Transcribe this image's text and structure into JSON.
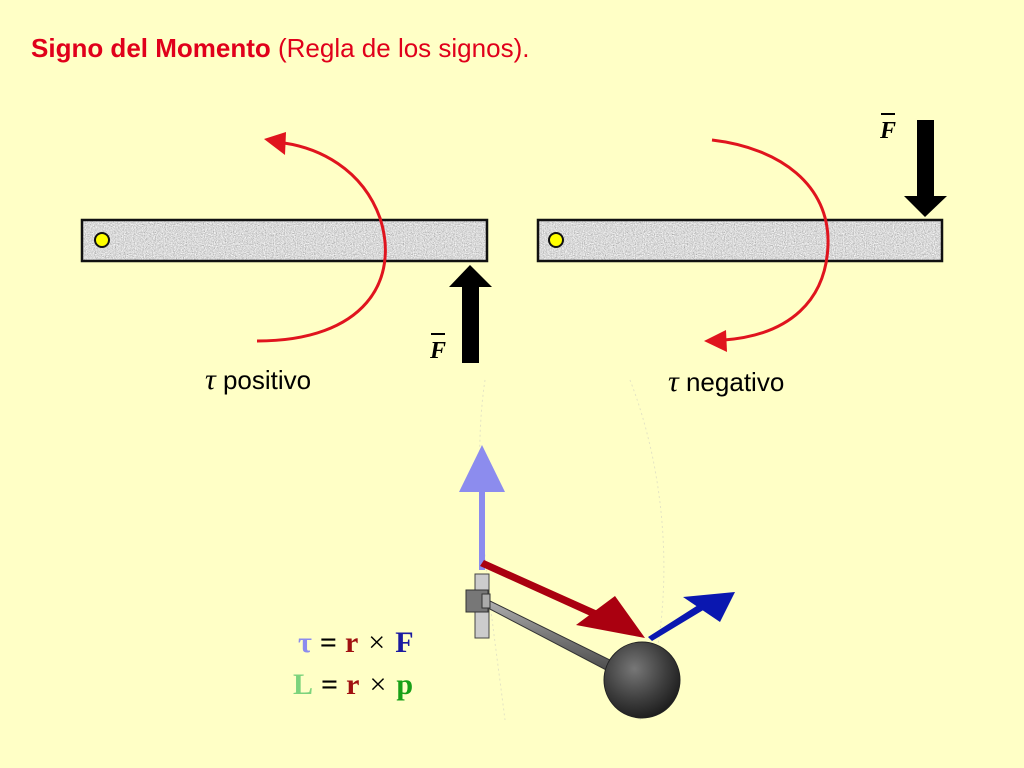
{
  "title": {
    "bold_text": "Signo del Momento",
    "normal_text": " (Regla de los signos)."
  },
  "left_diagram": {
    "tau_symbol": "τ",
    "label": " positivo",
    "force_label": "F"
  },
  "right_diagram": {
    "tau_symbol": "τ",
    "label": " negativo",
    "force_label": "F"
  },
  "formulas": {
    "torque": {
      "lhs": "τ",
      "eq": "=",
      "r": "r",
      "times": "×",
      "rhs": "F"
    },
    "angular_momentum": {
      "lhs": "L",
      "eq": "=",
      "r": "r",
      "times": "×",
      "rhs": "p"
    }
  },
  "colors": {
    "background": "#ffffc6",
    "title": "#e0001b",
    "curve_arrow": "#e0141e",
    "pivot": "#ffff00",
    "torque_vector": "#8c8cee",
    "r_vector": "#aa0010",
    "force_vector": "#0a17b0",
    "L_green": "#7cd37c",
    "p_green": "#18a018",
    "r_text": "#a01010",
    "F_text": "#1a1aa0"
  },
  "icons": [
    "left-pivot-icon",
    "right-pivot-icon",
    "upward-force-arrow-icon",
    "downward-force-arrow-icon",
    "ccw-rotation-arrow-icon",
    "cw-rotation-arrow-icon"
  ]
}
